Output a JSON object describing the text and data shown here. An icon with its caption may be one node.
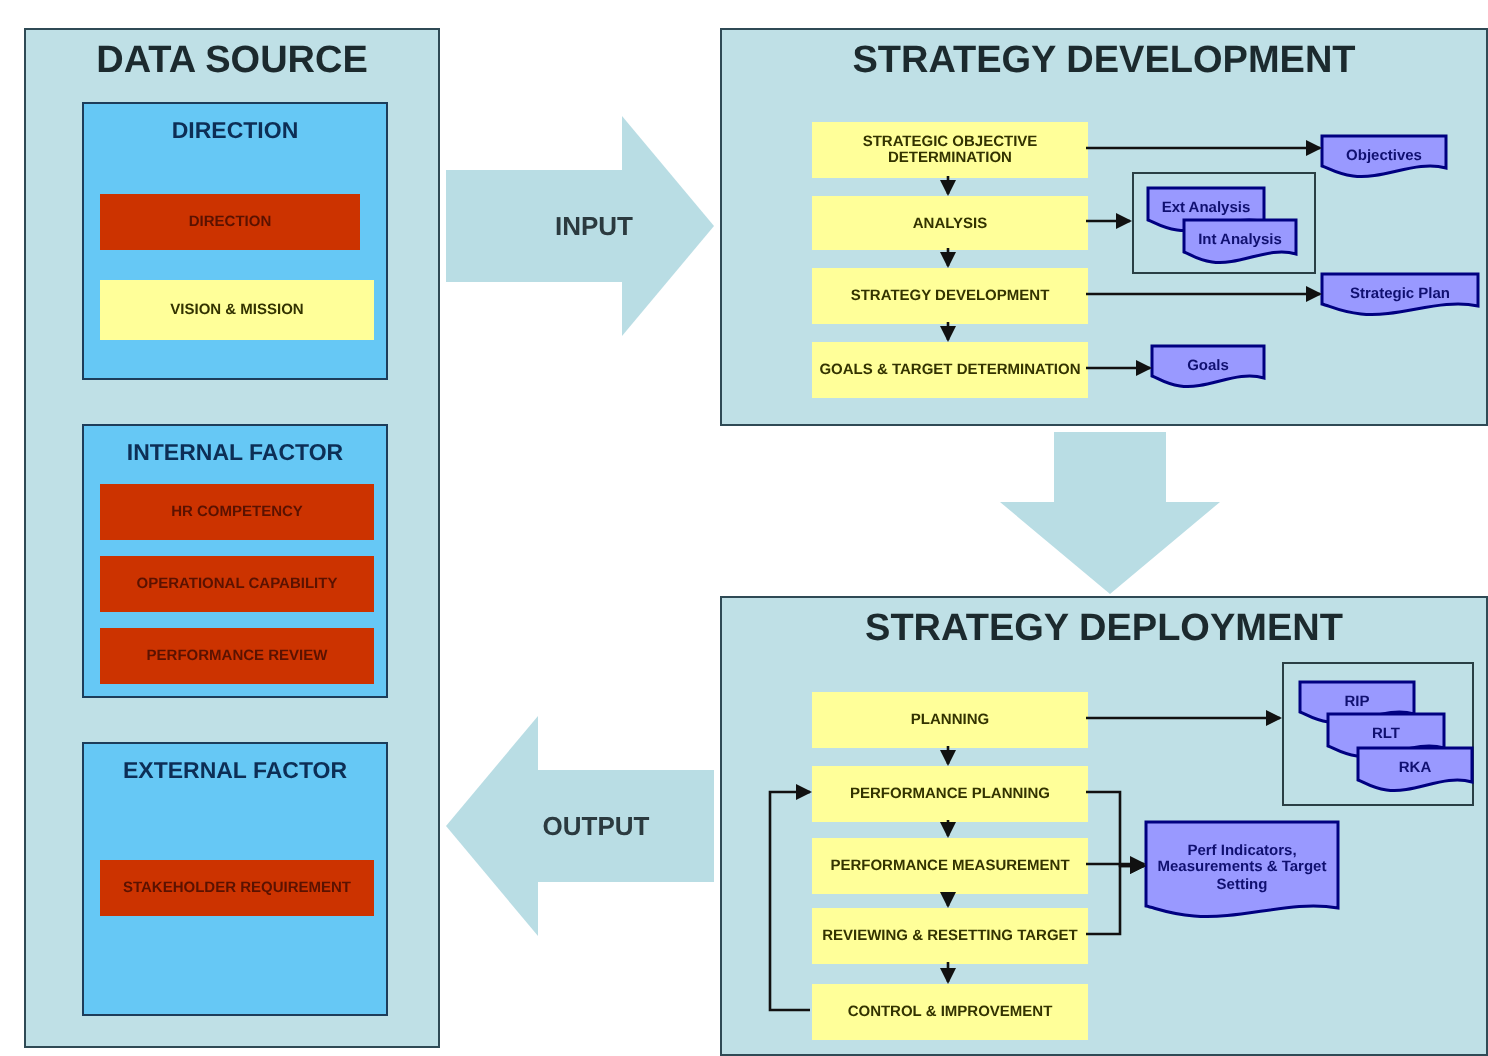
{
  "diagram": {
    "nodes": [
      {
        "text": [
          "DATA SOURCE"
        ]
      },
      {
        "text": [
          "DIRECTION"
        ],
        "in": 0
      },
      {
        "text": [
          "DIRECTION"
        ],
        "in": 1
      },
      {
        "text": [
          "VISION & MISSION"
        ],
        "in": 1
      },
      {
        "text": [
          "INTERNAL FACTOR"
        ],
        "in": 0
      },
      {
        "text": [
          "HR COMPETENCY"
        ],
        "in": 4
      },
      {
        "text": [
          "OPERATIONAL CAPABILITY"
        ],
        "in": 4
      },
      {
        "text": [
          "PERFORMANCE REVIEW"
        ],
        "in": 4
      },
      {
        "text": [
          "EXTERNAL FACTOR"
        ],
        "in": 0
      },
      {
        "text": [
          "STAKEHOLDER REQUIREMENT"
        ],
        "in": 8
      },
      {
        "text": [
          "STRATEGY DEVELOPMENT"
        ]
      },
      {
        "text": [
          "STRATEGIC OBJECTIVE DETERMINATION"
        ],
        "in": 10
      },
      {
        "text": [
          "ANALYSIS"
        ],
        "in": 10
      },
      {
        "text": [
          "STRATEGY DEVELOPMENT"
        ],
        "in": 10
      },
      {
        "text": [
          "GOALS & TARGET DETERMINATION"
        ],
        "in": 10
      },
      {
        "text": [
          "Objectives"
        ],
        "in": 10
      },
      {
        "text": [],
        "shape": "box",
        "in": 10
      },
      {
        "text": [
          "Ext Analysis"
        ],
        "in": 16
      },
      {
        "text": [
          "Int Analysis"
        ],
        "in": 16
      },
      {
        "text": [
          "Strategic Plan"
        ],
        "in": 10
      },
      {
        "text": [
          "Goals"
        ],
        "in": 10
      },
      {
        "text": [
          "STRATEGY DEPLOYMENT"
        ]
      },
      {
        "text": [
          "PLANNING"
        ],
        "in": 21
      },
      {
        "text": [
          "PERFORMANCE PLANNING"
        ],
        "in": 21
      },
      {
        "text": [
          "PERFORMANCE MEASUREMENT"
        ],
        "in": 21
      },
      {
        "text": [
          "REVIEWING & RESETTING TARGET"
        ],
        "in": 21
      },
      {
        "text": [
          "CONTROL & IMPROVEMENT"
        ],
        "in": 21
      },
      {
        "text": [],
        "shape": "box",
        "in": 21
      },
      {
        "text": [
          "RIP"
        ],
        "in": 27
      },
      {
        "text": [
          "RLT"
        ],
        "in": 27
      },
      {
        "text": [
          "RKA"
        ],
        "in": 27
      },
      {
        "text": [
          "Perf Indicators, Measurements & Target Setting"
        ],
        "in": 21
      }
    ],
    "edges": [
      {
        "from": 0,
        "to": 10,
        "arrow": "to",
        "label": "INPUT",
        "style": "thick",
        "color": "#b9dde4"
      },
      {
        "from": 10,
        "to": 21,
        "arrow": "to",
        "style": "thick",
        "color": "#b9dde4"
      },
      {
        "from": 21,
        "to": 0,
        "arrow": "to",
        "label": "OUTPUT",
        "style": "thick",
        "color": "#b9dde4"
      },
      {
        "from": 11,
        "to": 12,
        "arrow": "to"
      },
      {
        "from": 12,
        "to": 13,
        "arrow": "to"
      },
      {
        "from": 13,
        "to": 14,
        "arrow": "to"
      },
      {
        "from": 11,
        "to": 15,
        "arrow": "to"
      },
      {
        "from": 12,
        "to": 16,
        "arrow": "to"
      },
      {
        "from": 13,
        "to": 19,
        "arrow": "to"
      },
      {
        "from": 14,
        "to": 20,
        "arrow": "to"
      },
      {
        "from": 22,
        "to": 23,
        "arrow": "to"
      },
      {
        "from": 23,
        "to": 24,
        "arrow": "to"
      },
      {
        "from": 24,
        "to": 25,
        "arrow": "to"
      },
      {
        "from": 25,
        "to": 26,
        "arrow": "to"
      },
      {
        "from": 22,
        "to": 27,
        "arrow": "to"
      },
      {
        "from": 23,
        "to": 31,
        "arrow": "to"
      },
      {
        "from": 24,
        "to": 31,
        "arrow": "to"
      },
      {
        "from": 25,
        "to": 31,
        "arrow": "to"
      },
      {
        "from": 26,
        "to": 23,
        "arrow": "to"
      }
    ]
  }
}
